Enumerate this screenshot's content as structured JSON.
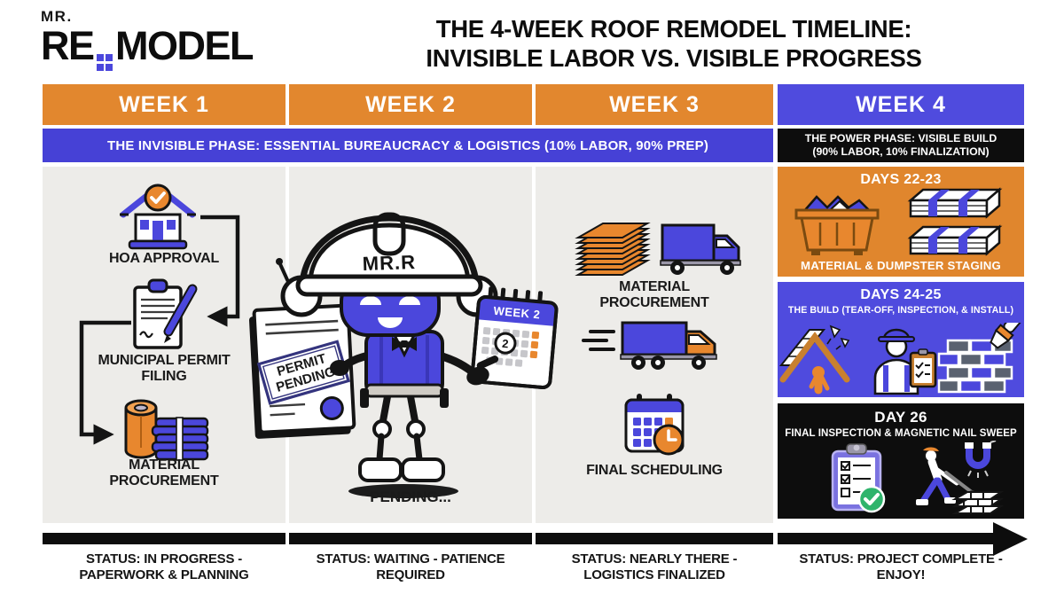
{
  "brand": {
    "mr": "MR.",
    "re": "RE",
    "model": "MODEL"
  },
  "title": {
    "line1": "THE 4-WEEK ROOF REMODEL TIMELINE:",
    "line2": "INVISIBLE LABOR VS. VISIBLE PROGRESS"
  },
  "week_headers": [
    {
      "label": "WEEK 1"
    },
    {
      "label": "WEEK 2"
    },
    {
      "label": "WEEK 3"
    },
    {
      "label": "WEEK 4"
    }
  ],
  "phase": {
    "invisible": "THE INVISIBLE PHASE: ESSENTIAL BUREAUCRACY & LOGISTICS (10% LABOR, 90% PREP)",
    "power_line1": "THE POWER PHASE: VISIBLE BUILD",
    "power_line2": "(90% LABOR, 10% FINALIZATION)"
  },
  "week1": {
    "items": [
      {
        "icon": "house-approved-icon",
        "label": "HOA APPROVAL"
      },
      {
        "icon": "permit-clipboard-icon",
        "label": "MUNICIPAL PERMIT FILING"
      },
      {
        "icon": "material-roll-icon",
        "label": "MATERIAL PROCUREMENT"
      }
    ]
  },
  "week2": {
    "helmet_text": "MR.R",
    "stamp_line1": "PERMIT",
    "stamp_line2": "PENDING",
    "calendar_title": "WEEK 2",
    "calendar_day": "2",
    "caption": "PENDING..."
  },
  "week3": {
    "procurement_label": "MATERIAL PROCUREMENT",
    "scheduling_label": "FINAL SCHEDULING"
  },
  "week4": {
    "staging": {
      "days": "DAYS 22-23",
      "caption": "MATERIAL & DUMPSTER STAGING"
    },
    "build": {
      "days": "DAYS 24-25",
      "caption": "THE BUILD (TEAR-OFF, INSPECTION, & INSTALL)"
    },
    "final": {
      "days": "DAY 26",
      "caption": "FINAL INSPECTION & MAGNETIC NAIL SWEEP"
    }
  },
  "statuses": [
    {
      "text": "STATUS: IN PROGRESS - PAPERWORK & PLANNING"
    },
    {
      "text": "STATUS: WAITING - PATIENCE REQUIRED"
    },
    {
      "text": "STATUS: NEARLY THERE - LOGISTICS FINALIZED"
    },
    {
      "text": "STATUS: PROJECT COMPLETE - ENJOY!"
    }
  ],
  "icons": {
    "week1": [
      "house-approved-icon",
      "permit-clipboard-icon",
      "material-roll-icon",
      "flow-arrow-icon"
    ],
    "week2": [
      "mascot-robot-icon",
      "permit-pending-document-icon",
      "week2-calendar-icon"
    ],
    "week3": [
      "sheet-stack-icon",
      "box-truck-icon",
      "delivery-truck-icon",
      "calendar-clock-icon"
    ],
    "week4": [
      "dumpster-icon",
      "shingle-bundles-icon",
      "roof-tearoff-icon",
      "inspector-icon",
      "brick-install-icon",
      "inspection-checklist-icon",
      "magnetic-sweep-icon"
    ],
    "timeline": [
      "arrow-right-icon"
    ]
  },
  "colors": {
    "orange": "#E2872E",
    "purple": "#4B47DC",
    "black": "#0d0d0d",
    "panel_gray": "#EDECE9",
    "green_check": "#2FB46C"
  }
}
